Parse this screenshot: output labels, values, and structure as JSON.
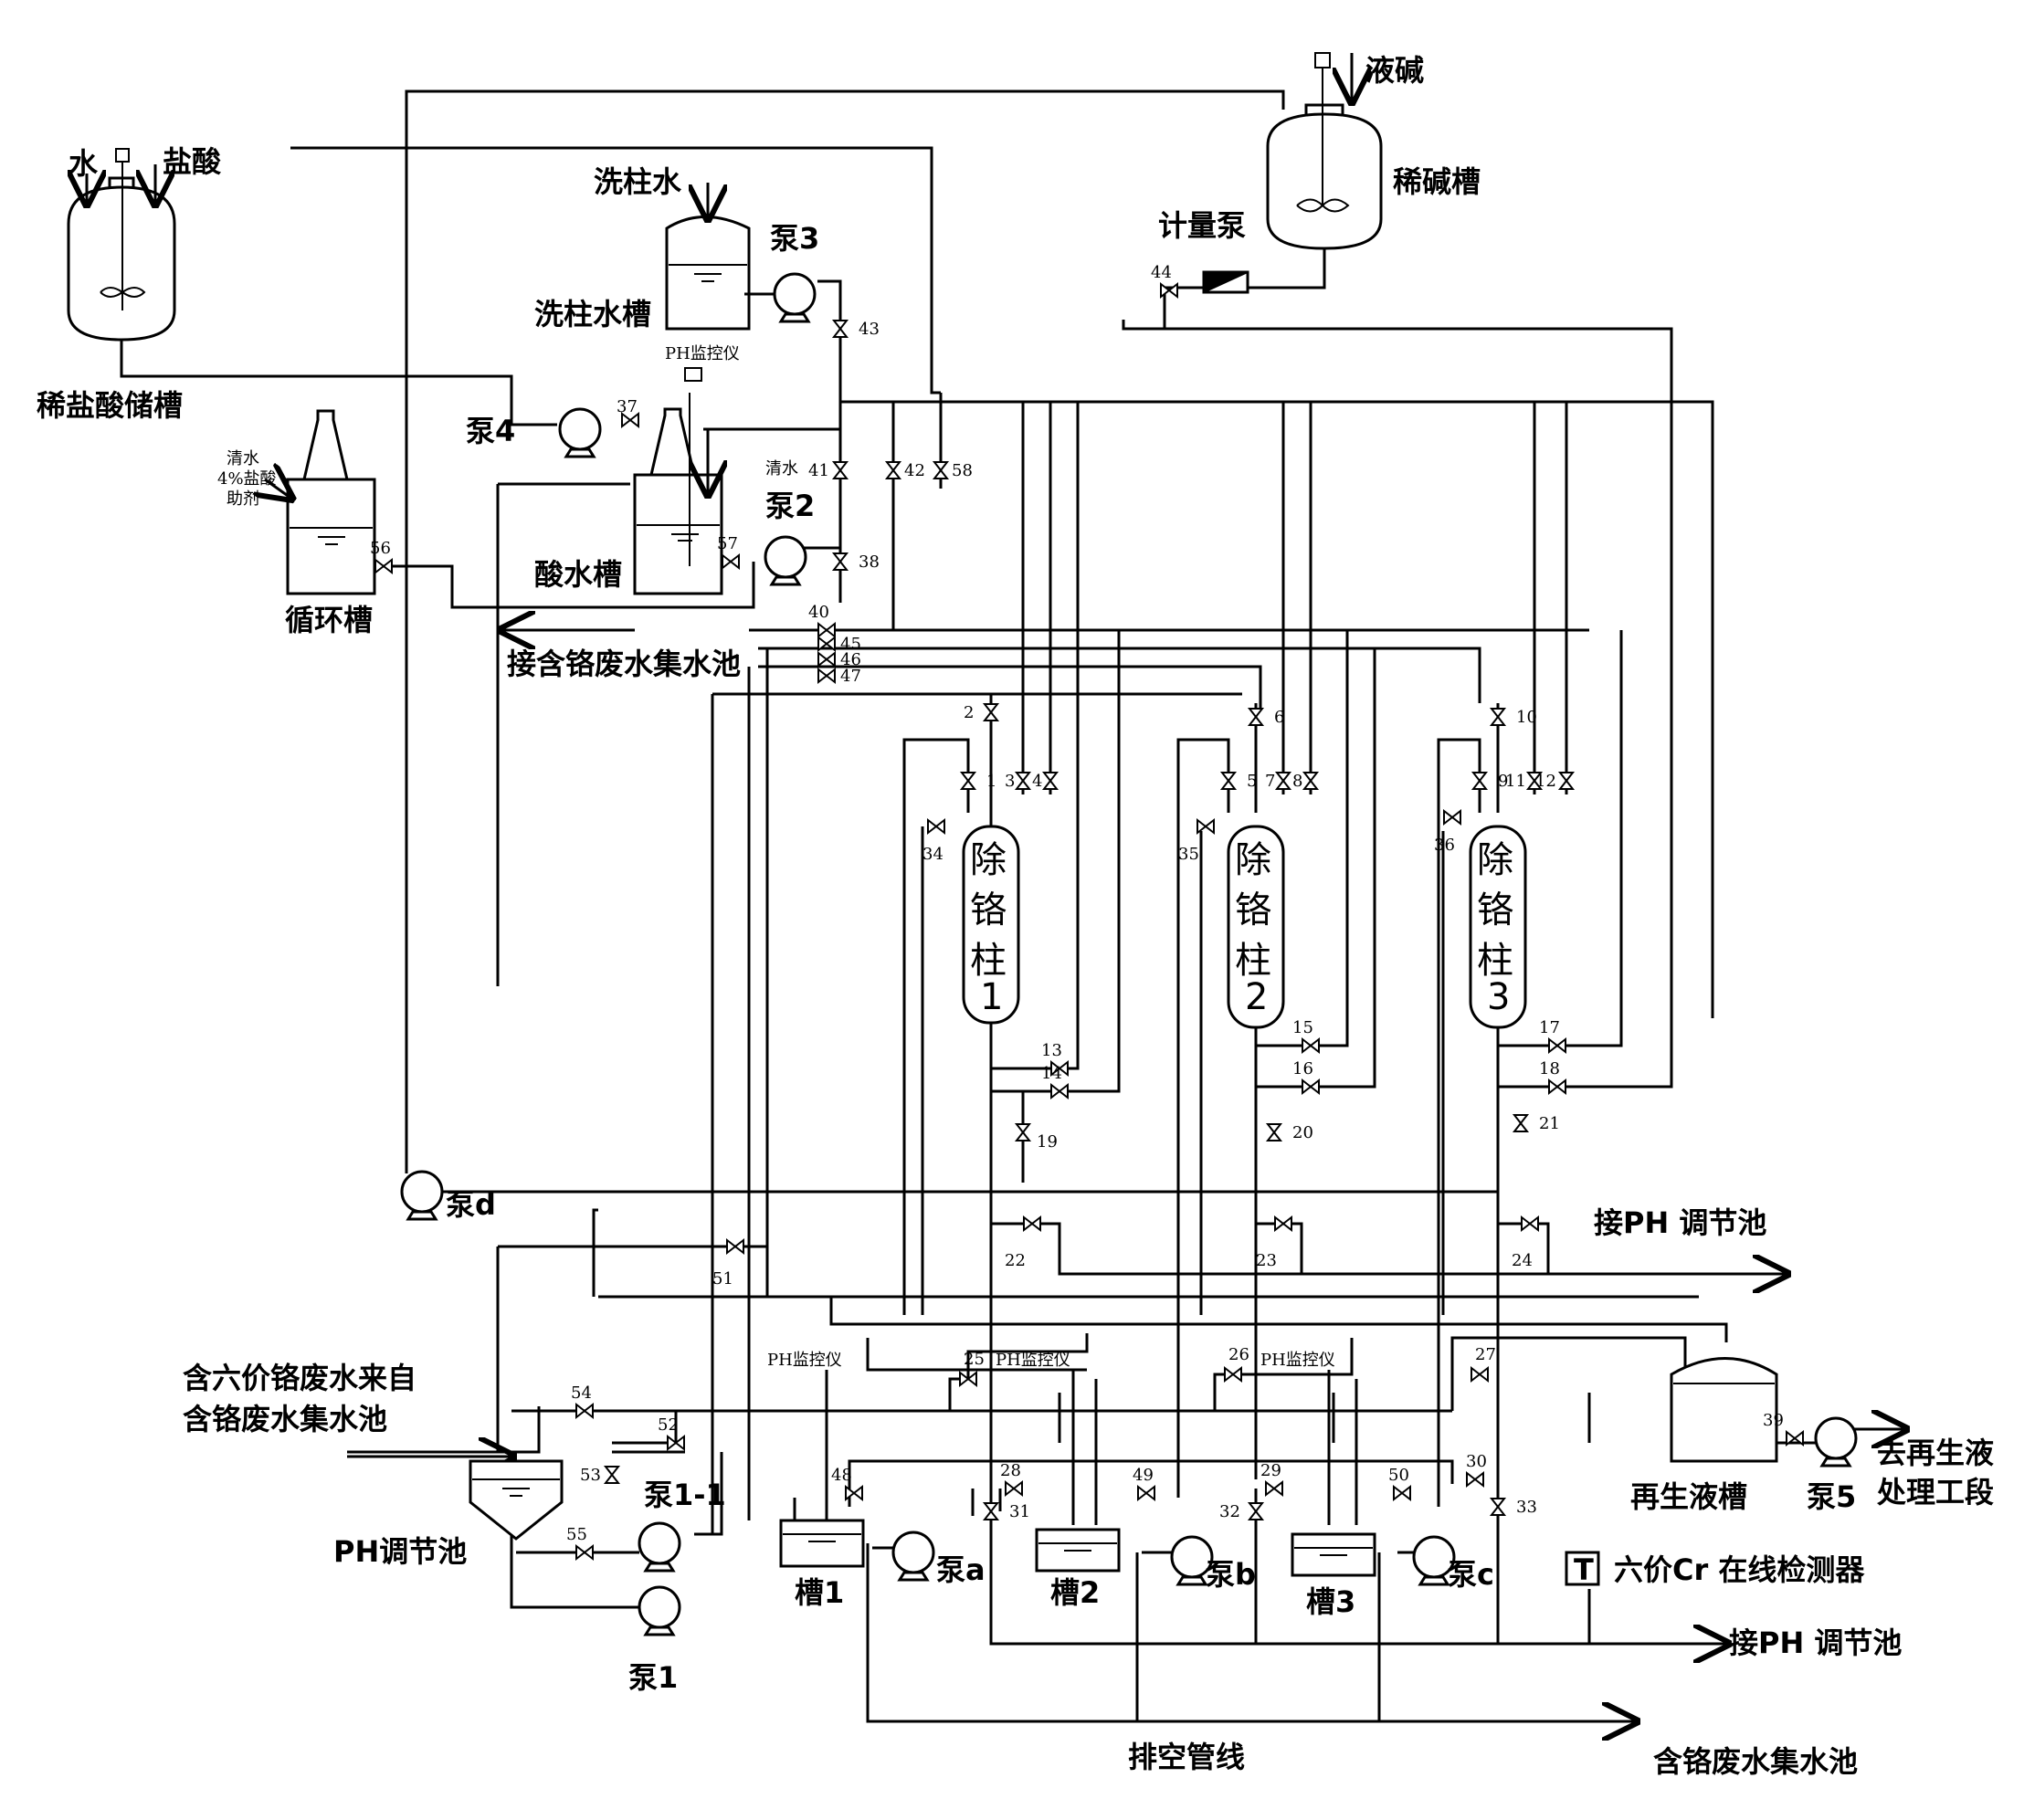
{
  "labels": {
    "water": "水",
    "hcl": "盐酸",
    "dilute_hcl_tank": "稀盐酸储槽",
    "caustic": "液碱",
    "dilute_alkali_tank": "稀碱槽",
    "metering_pump": "计量泵",
    "wash_water": "洗柱水",
    "wash_water_tank": "洗柱水槽",
    "pump3": "泵3",
    "pump4": "泵4",
    "pump2": "泵2",
    "acid_water_tank": "酸水槽",
    "clean_water": "清水",
    "clean_water2": "清水",
    "hcl4": "4%盐酸",
    "additive": "助剂",
    "circ_tank": "循环槽",
    "ph_monitor_top": "PH监控仪",
    "to_cr_pool": "接含铬废水集水池",
    "pump_d": "泵d",
    "to_ph_pool_1": "接PH 调节池",
    "to_ph_pool_2": "接PH 调节池",
    "regen_tank": "再生液槽",
    "pump5": "泵5",
    "to_regen_1": "去再生液",
    "to_regen_2": "处理工段",
    "inflow_1": "含六价铬废水来自",
    "inflow_2": "含铬废水集水池",
    "ph_pool": "PH调节池",
    "pump1": "泵1",
    "pump1_1": "泵1-1",
    "tank1": "槽1",
    "tank2": "槽2",
    "tank3": "槽3",
    "pump_a": "泵a",
    "pump_b": "泵b",
    "pump_c": "泵c",
    "ph_monitor_1": "PH监控仪",
    "ph_monitor_2": "PH监控仪",
    "ph_monitor_3": "PH监控仪",
    "detector": "六价Cr 在线检测器",
    "detector_mark": "T",
    "vent_line": "排空管线",
    "cr_pool": "含铬废水集水池"
  },
  "columns": [
    {
      "c1": "除",
      "c2": "铬",
      "c3": "柱",
      "n": "1"
    },
    {
      "c1": "除",
      "c2": "铬",
      "c3": "柱",
      "n": "2"
    },
    {
      "c1": "除",
      "c2": "铬",
      "c3": "柱",
      "n": "3"
    }
  ],
  "valves": [
    "1",
    "2",
    "3",
    "4",
    "5",
    "6",
    "7",
    "8",
    "9",
    "10",
    "11",
    "12",
    "13",
    "14",
    "15",
    "16",
    "17",
    "18",
    "19",
    "20",
    "21",
    "22",
    "23",
    "24",
    "25",
    "26",
    "27",
    "28",
    "29",
    "30",
    "31",
    "32",
    "33",
    "34",
    "35",
    "36",
    "37",
    "38",
    "40",
    "41",
    "42",
    "43",
    "44",
    "45",
    "46",
    "47",
    "48",
    "49",
    "50",
    "51",
    "52",
    "53",
    "54",
    "55",
    "56",
    "57",
    "58",
    "39"
  ]
}
